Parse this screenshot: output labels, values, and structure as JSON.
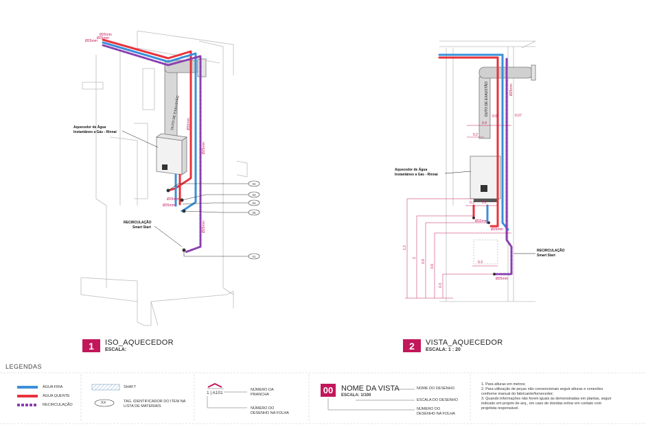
{
  "views": [
    {
      "number": "1",
      "name": "ISO_AQUECEDOR",
      "scale_label": "ESCALA:"
    },
    {
      "number": "2",
      "name": "VISTA_AQUECEDOR",
      "scale_label": "ESCALA:  1 : 20"
    }
  ],
  "iso": {
    "heater_label_1": "Aquecedor de Água",
    "heater_label_2": "Instantâneo a Gás - Rinnai",
    "duct_label": "DUTO DE EXAUSTÃO",
    "recirc_label_1": "RECIRCULAÇÃO",
    "recirc_label_2": "Smart Start",
    "dim_top_1": "Ø25mm",
    "dim_top_2": "Ø25mm",
    "dim_top_3": "Ø25mm",
    "dim_pipe_1": "Ø32mm",
    "dim_pipe_2": "Ø25mm",
    "dim_low_1": "Ø25mm",
    "dim_low_2": "Ø25mm",
    "dim_low_3": "Ø25mm",
    "tags": [
      "02",
      "03",
      "04",
      "05",
      "01"
    ]
  },
  "vista": {
    "heater_label_1": "Aquecedor de Água",
    "heater_label_2": "Instantâneo a Gás - Rinnai",
    "duct_label": "DUTO DE EXAUSTÃO",
    "recirc_label_1": "RECIRCULAÇÃO",
    "recirc_label_2": "Smart Start",
    "dims": {
      "d_0_4": "0.4",
      "d_0_07a": "0.07",
      "d_0_07b": "0.07",
      "d_0_2a": "0.2",
      "d_0_2b": "0.2",
      "d_0_3a": "0.3",
      "d_0_3b": "0.3",
      "d_1_2": "1.2",
      "d_1": "1",
      "d_0_9": "0.9",
      "d_0_6": "0.6",
      "d_0_3c": "0.3",
      "pipe_a": "Ø25mm",
      "pipe_b": "Ø32mm",
      "pipe_c": "Ø25mm",
      "pipe_d": "Ø25mm"
    }
  },
  "legend": {
    "title": "LEGENDAS",
    "cold": "ÁGUA FRIA",
    "hot": "ÁGUA QUENTE",
    "recirc": "RECIRCULAÇÃO",
    "shaft": "SHAFT",
    "tag_symbol": "XX",
    "tag_text_1": "TAG. IDENTIFICADOR DO ITEM NA",
    "tag_text_2": "LISTA DE MATERIAIS",
    "sheet_ref": "1 | A101",
    "sheet_num_1": "NÚMERO DA",
    "sheet_num_2": "PRANCHA",
    "draw_num_1": "NÚMERO DO",
    "draw_num_2": "DESENHO NA FOLHA",
    "view_badge": "00",
    "view_name": "NOME DA VISTA",
    "view_scale": "ESCALA: 1/100",
    "ann_name": "NOME DO DESENHO",
    "ann_scale": "ESCALA DO DESENHO",
    "ann_num_1": "NÚMERO DO",
    "ann_num_2": "DESENHO NA FOLHA",
    "notes": [
      "1. Para alturas em metros;",
      "2. Para utilização de peças não convencionais seguir alturas e conexões",
      "conforme manual do fabricante/fornecedor;",
      "3. Quando informações não forem iguais às demonstradas em plantas, seguir",
      "indicado em projeto de arq., em caso de dúvidas entrar em contato com",
      "projetista responsável."
    ]
  },
  "colors": {
    "accent": "#c2175b",
    "cold": "#3a8fd8",
    "hot": "#e8323c",
    "recirc": "#8a3fb0",
    "line": "#555555",
    "wall": "#bbbbbb"
  }
}
